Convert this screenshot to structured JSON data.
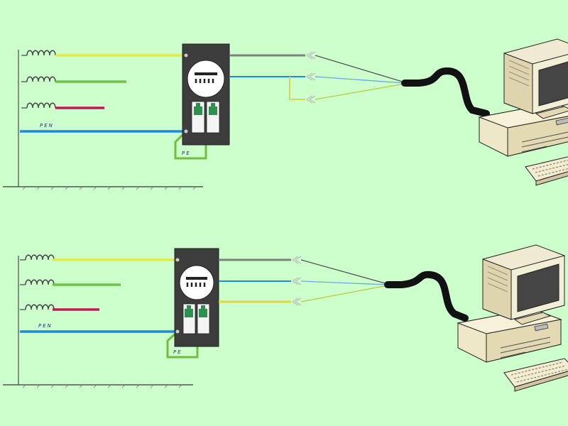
{
  "colors": {
    "background": "#ccffcc",
    "phase_l1": "#e8e84a",
    "phase_l2": "#6fc24a",
    "phase_l3": "#c2185b",
    "pen": "#1e88e5",
    "pe": "#6fbf3a",
    "gray_wire": "#808080",
    "cable": "#111111",
    "meter_body": "#3d3d3d",
    "breaker_green": "#2f8f4f",
    "computer_beige": "#f2ecd0",
    "screen": "#454545"
  },
  "circuits": [
    {
      "pen_label": "PEN",
      "pe_label": "PE",
      "wires": [
        "phase-l1",
        "phase-l2",
        "phase-l3",
        "pen"
      ],
      "outputs": [
        "gray",
        "blue",
        "yellow-green"
      ]
    },
    {
      "pen_label": "PEN",
      "pe_label": "PE",
      "wires": [
        "phase-l1",
        "phase-l2",
        "phase-l3",
        "pen"
      ],
      "outputs": [
        "gray",
        "blue",
        "yellow-green"
      ]
    }
  ],
  "icons": {
    "inductor": "coil-icon",
    "meter": "electric-meter-icon",
    "breaker": "circuit-breaker-icon",
    "computer": "desktop-computer-icon",
    "ground": "ground-bus-icon"
  }
}
